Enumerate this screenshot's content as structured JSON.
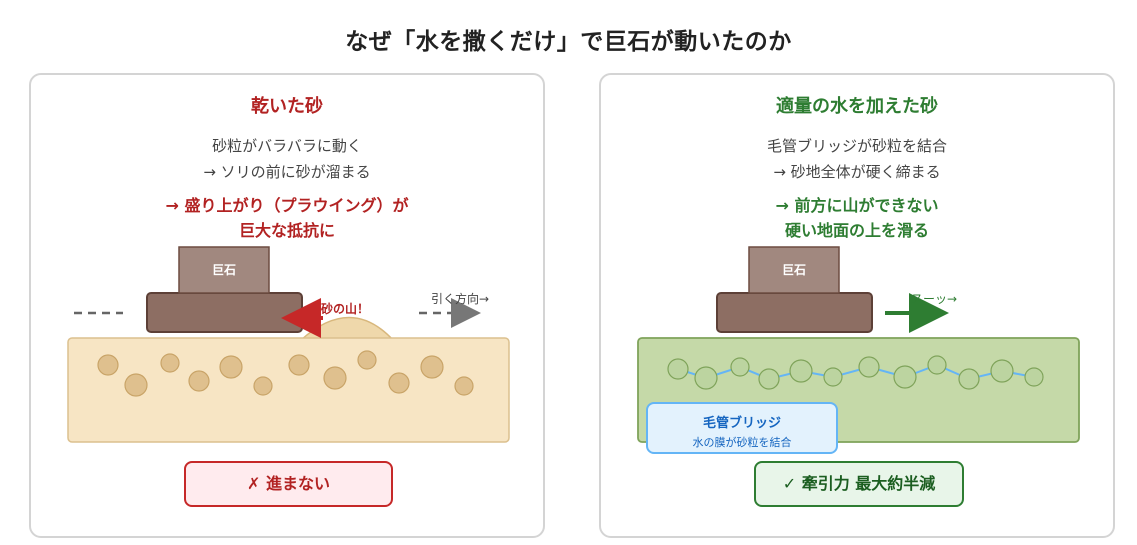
{
  "title": "なぜ「水を撒くだけ」で巨石が動いたのか",
  "left": {
    "title": "乾いた砂",
    "line1": "砂粒がバラバラに動く",
    "line2": "→ ソリの前に砂が溜まる",
    "emph1": "→ 盛り上がり（プラウイング）が",
    "emph2": "巨大な抵抗に",
    "stone_label": "巨石",
    "mound_label": "砂の山！",
    "pull_label": "引く方向→",
    "result": "✗ 進まない",
    "colors": {
      "sand": "#f7e5c4",
      "grain": "#dfc08e",
      "sled": "#8d6e63",
      "stone": "#a1887f",
      "alert": "#b22222"
    }
  },
  "right": {
    "title": "適量の水を加えた砂",
    "line1": "毛管ブリッジが砂粒を結合",
    "line2": "→ 砂地全体が硬く締まる",
    "emph1": "→ 前方に山ができない",
    "emph2": "硬い地面の上を滑る",
    "stone_label": "巨石",
    "motion_label": "スーッ→",
    "bridge_title": "毛管ブリッジ",
    "bridge_sub": "水の膜が砂粒を結合",
    "result": "✓ 牽引力 最大約半減",
    "colors": {
      "wet_sand": "#c5d9a8",
      "grain": "#bcd4a0",
      "water": "#64b5f6",
      "arrow": "#2e7d32"
    }
  }
}
